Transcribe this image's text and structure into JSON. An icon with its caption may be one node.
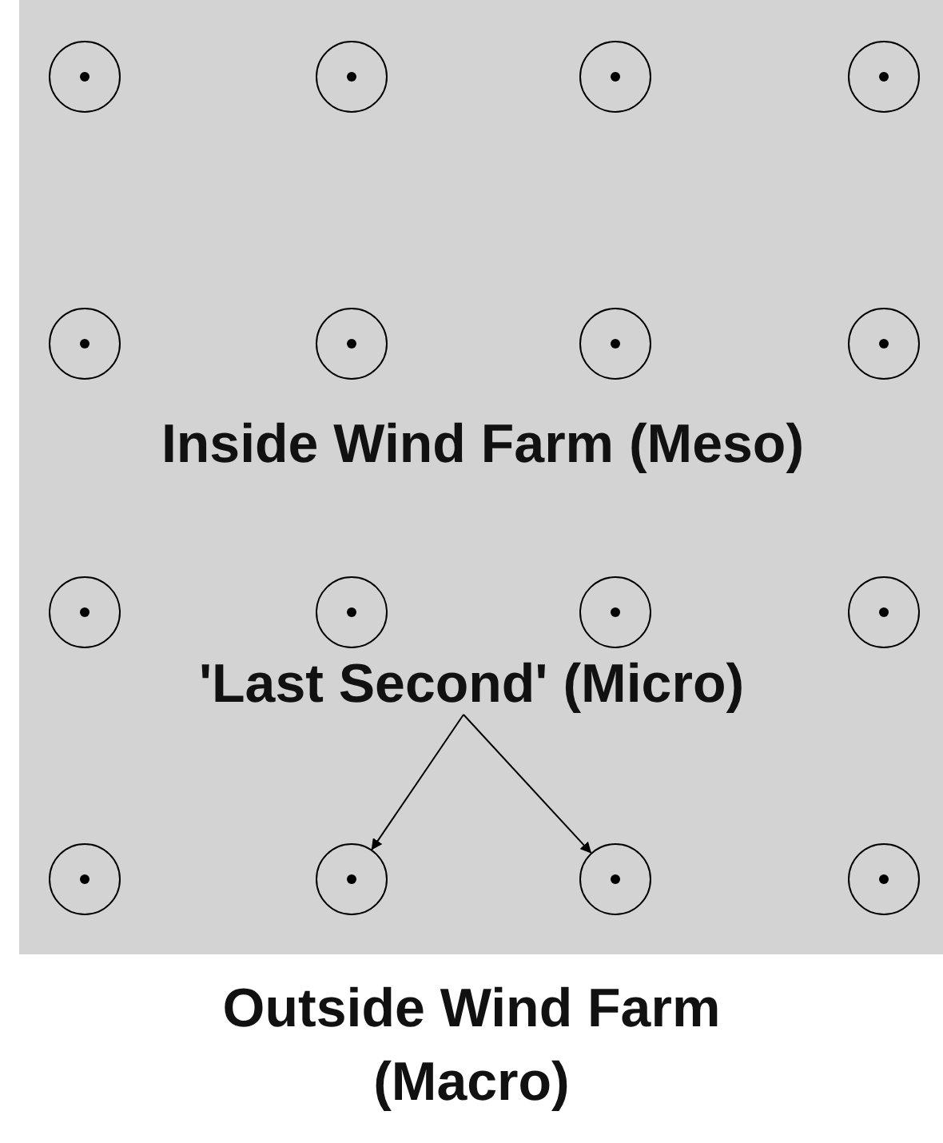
{
  "diagram": {
    "nodes": [
      {
        "text": [
          "Inside Wind Farm (Meso)"
        ]
      },
      {
        "text": [
          "'Last Second' (Micro)"
        ],
        "in": 0
      },
      {
        "text": [],
        "shape": "circle",
        "in": 0
      },
      {
        "text": [],
        "shape": "circle",
        "in": 0
      },
      {
        "text": [],
        "shape": "circle",
        "in": 0
      },
      {
        "text": [],
        "shape": "circle",
        "in": 0
      },
      {
        "text": [],
        "shape": "circle",
        "in": 0
      },
      {
        "text": [],
        "shape": "circle",
        "in": 0
      },
      {
        "text": [],
        "shape": "circle",
        "in": 0
      },
      {
        "text": [],
        "shape": "circle",
        "in": 0
      },
      {
        "text": [],
        "shape": "circle",
        "in": 0
      },
      {
        "text": [],
        "shape": "circle",
        "in": 0
      },
      {
        "text": [],
        "shape": "circle",
        "in": 0
      },
      {
        "text": [],
        "shape": "circle",
        "in": 0
      },
      {
        "text": [],
        "shape": "circle",
        "in": 0
      },
      {
        "text": [],
        "shape": "circle",
        "in": 0
      },
      {
        "text": [],
        "shape": "circle",
        "in": 0
      },
      {
        "text": [],
        "shape": "circle",
        "in": 0
      }
    ],
    "edges": [
      {
        "from": 1,
        "to": 15,
        "arrow": "to"
      },
      {
        "from": 1,
        "to": 16,
        "arrow": "to"
      }
    ],
    "labels": [
      "Outside Wind Farm (Macro)"
    ]
  }
}
